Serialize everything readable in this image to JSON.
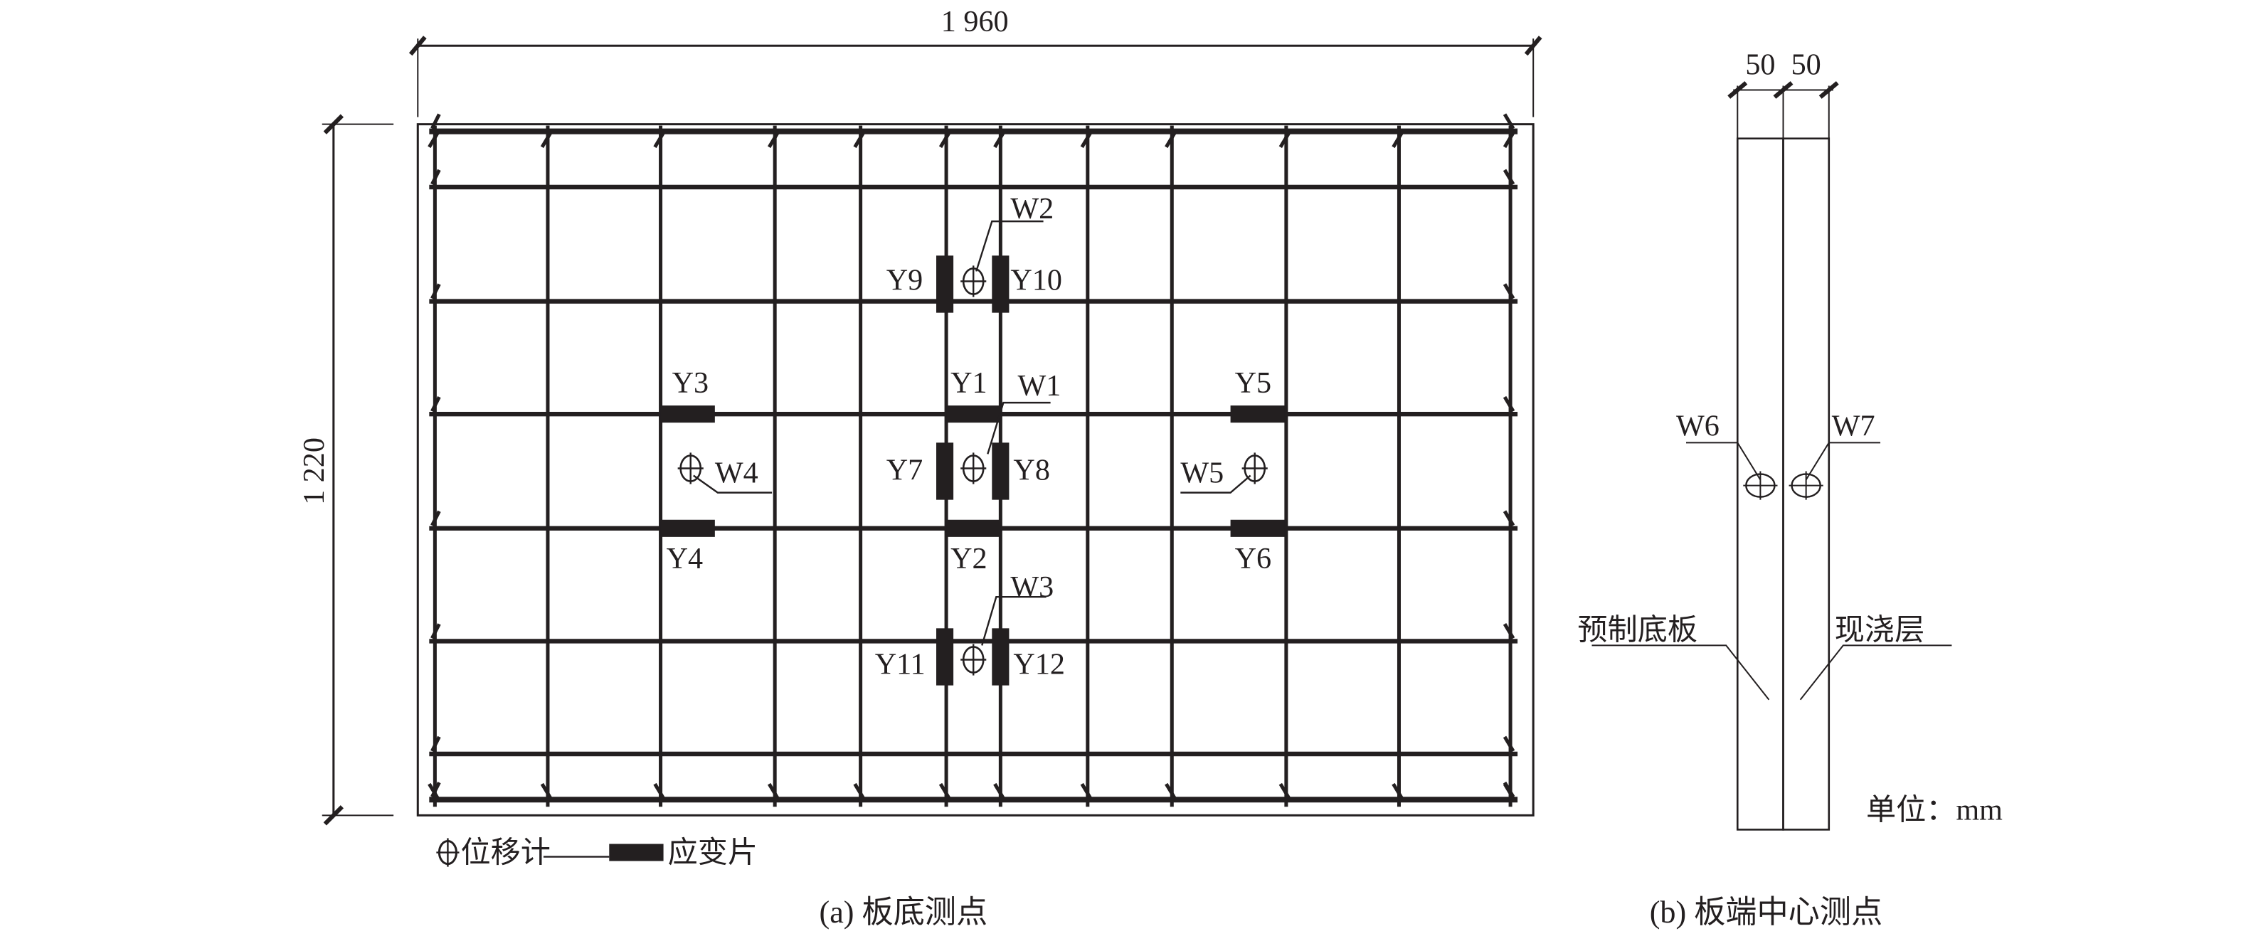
{
  "panel_a": {
    "width_dim": "1 960",
    "height_dim": "1 220",
    "caption": "(a) 板底测点",
    "strain_gauges": [
      "Y1",
      "Y2",
      "Y3",
      "Y4",
      "Y5",
      "Y6",
      "Y7",
      "Y8",
      "Y9",
      "Y10",
      "Y11",
      "Y12"
    ],
    "displacement_meters": [
      "W1",
      "W2",
      "W3",
      "W4",
      "W5"
    ],
    "legend": {
      "displacement_meter": "位移计",
      "strain_gauge": "应变片"
    }
  },
  "panel_b": {
    "dim_left": "50",
    "dim_right": "50",
    "displacement_meters": [
      "W6",
      "W7"
    ],
    "precast_label": "预制底板",
    "cast_in_place_label": "现浇层",
    "unit": "单位：mm",
    "caption": "(b) 板端中心测点"
  }
}
